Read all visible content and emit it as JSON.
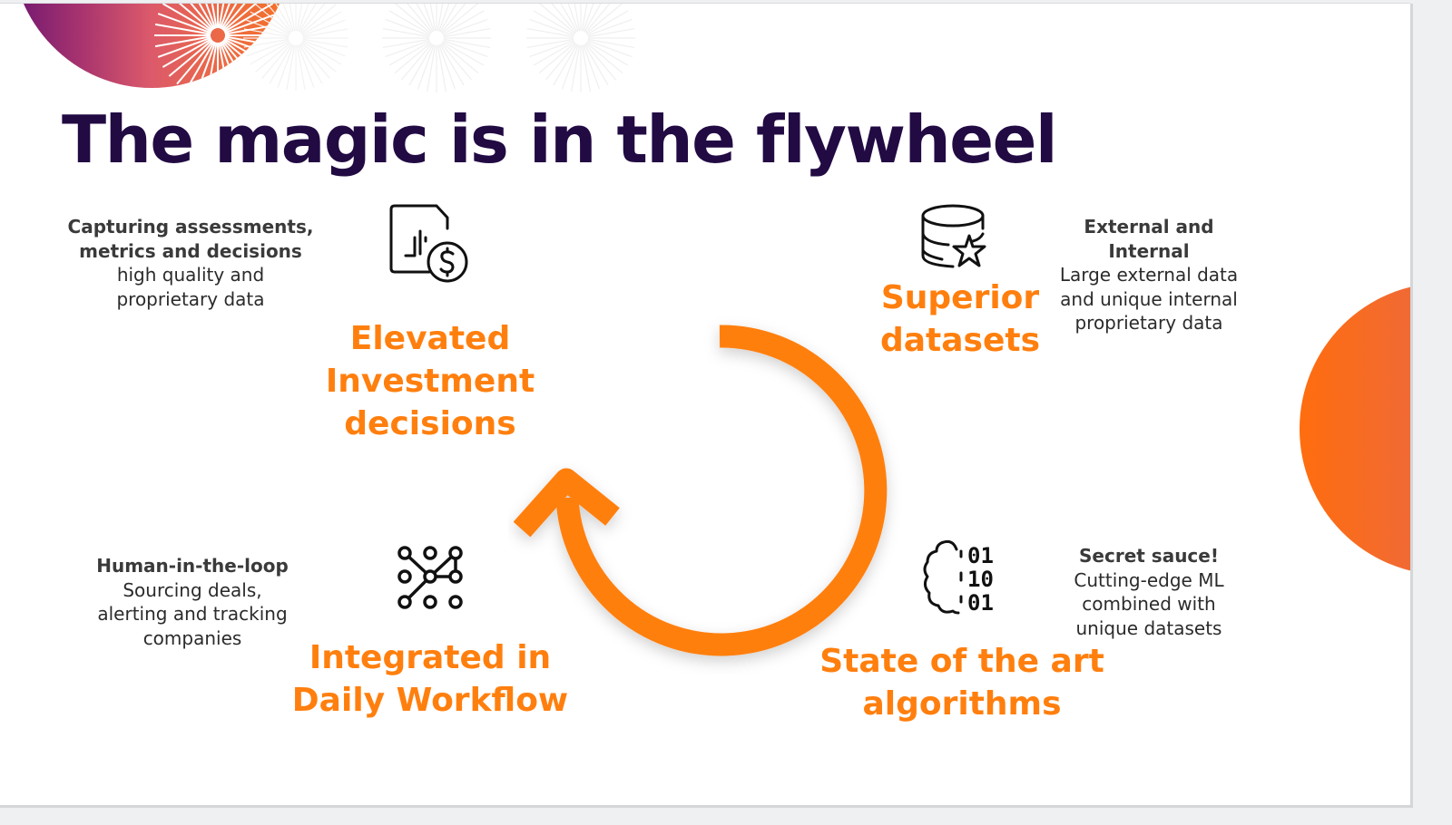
{
  "slide": {
    "title": "The magic is in the flywheel",
    "colors": {
      "title": "#220a43",
      "accent_orange": "#ff7f0e",
      "body_text": "#2b2b2b",
      "deco_gradient_start": "#6f1670",
      "deco_gradient_end": "#f57224"
    }
  },
  "flywheel": {
    "direction": "counter-clockwise",
    "icon": "circular-arrow"
  },
  "stages": [
    {
      "id": "elevated",
      "label_lines": [
        "Elevated",
        "Investment",
        "decisions"
      ],
      "icon": "document-chart-dollar-icon",
      "description": {
        "heading_lines": [
          "Capturing assessments,",
          "metrics and decisions"
        ],
        "body_lines": [
          "high quality and",
          "proprietary data"
        ]
      }
    },
    {
      "id": "superior",
      "label_lines": [
        "Superior",
        "datasets"
      ],
      "icon": "database-star-icon",
      "description": {
        "heading_lines": [
          "External and",
          "Internal"
        ],
        "body_lines": [
          "Large external data",
          "and unique internal",
          "proprietary data"
        ]
      }
    },
    {
      "id": "algorithms",
      "label_lines": [
        "State of the art",
        "algorithms"
      ],
      "icon": "brain-binary-icon",
      "icon_digits": [
        "01",
        "10",
        "01"
      ],
      "description": {
        "heading_lines": [
          "Secret sauce!"
        ],
        "body_lines": [
          "Cutting-edge ML",
          "combined with",
          "unique datasets"
        ]
      }
    },
    {
      "id": "workflow",
      "label_lines": [
        "Integrated in",
        "Daily Workflow"
      ],
      "icon": "network-nodes-icon",
      "description": {
        "heading_lines": [
          "Human-in-the-loop"
        ],
        "body_lines": [
          "Sourcing deals,",
          "alerting and tracking",
          "companies"
        ]
      }
    }
  ]
}
